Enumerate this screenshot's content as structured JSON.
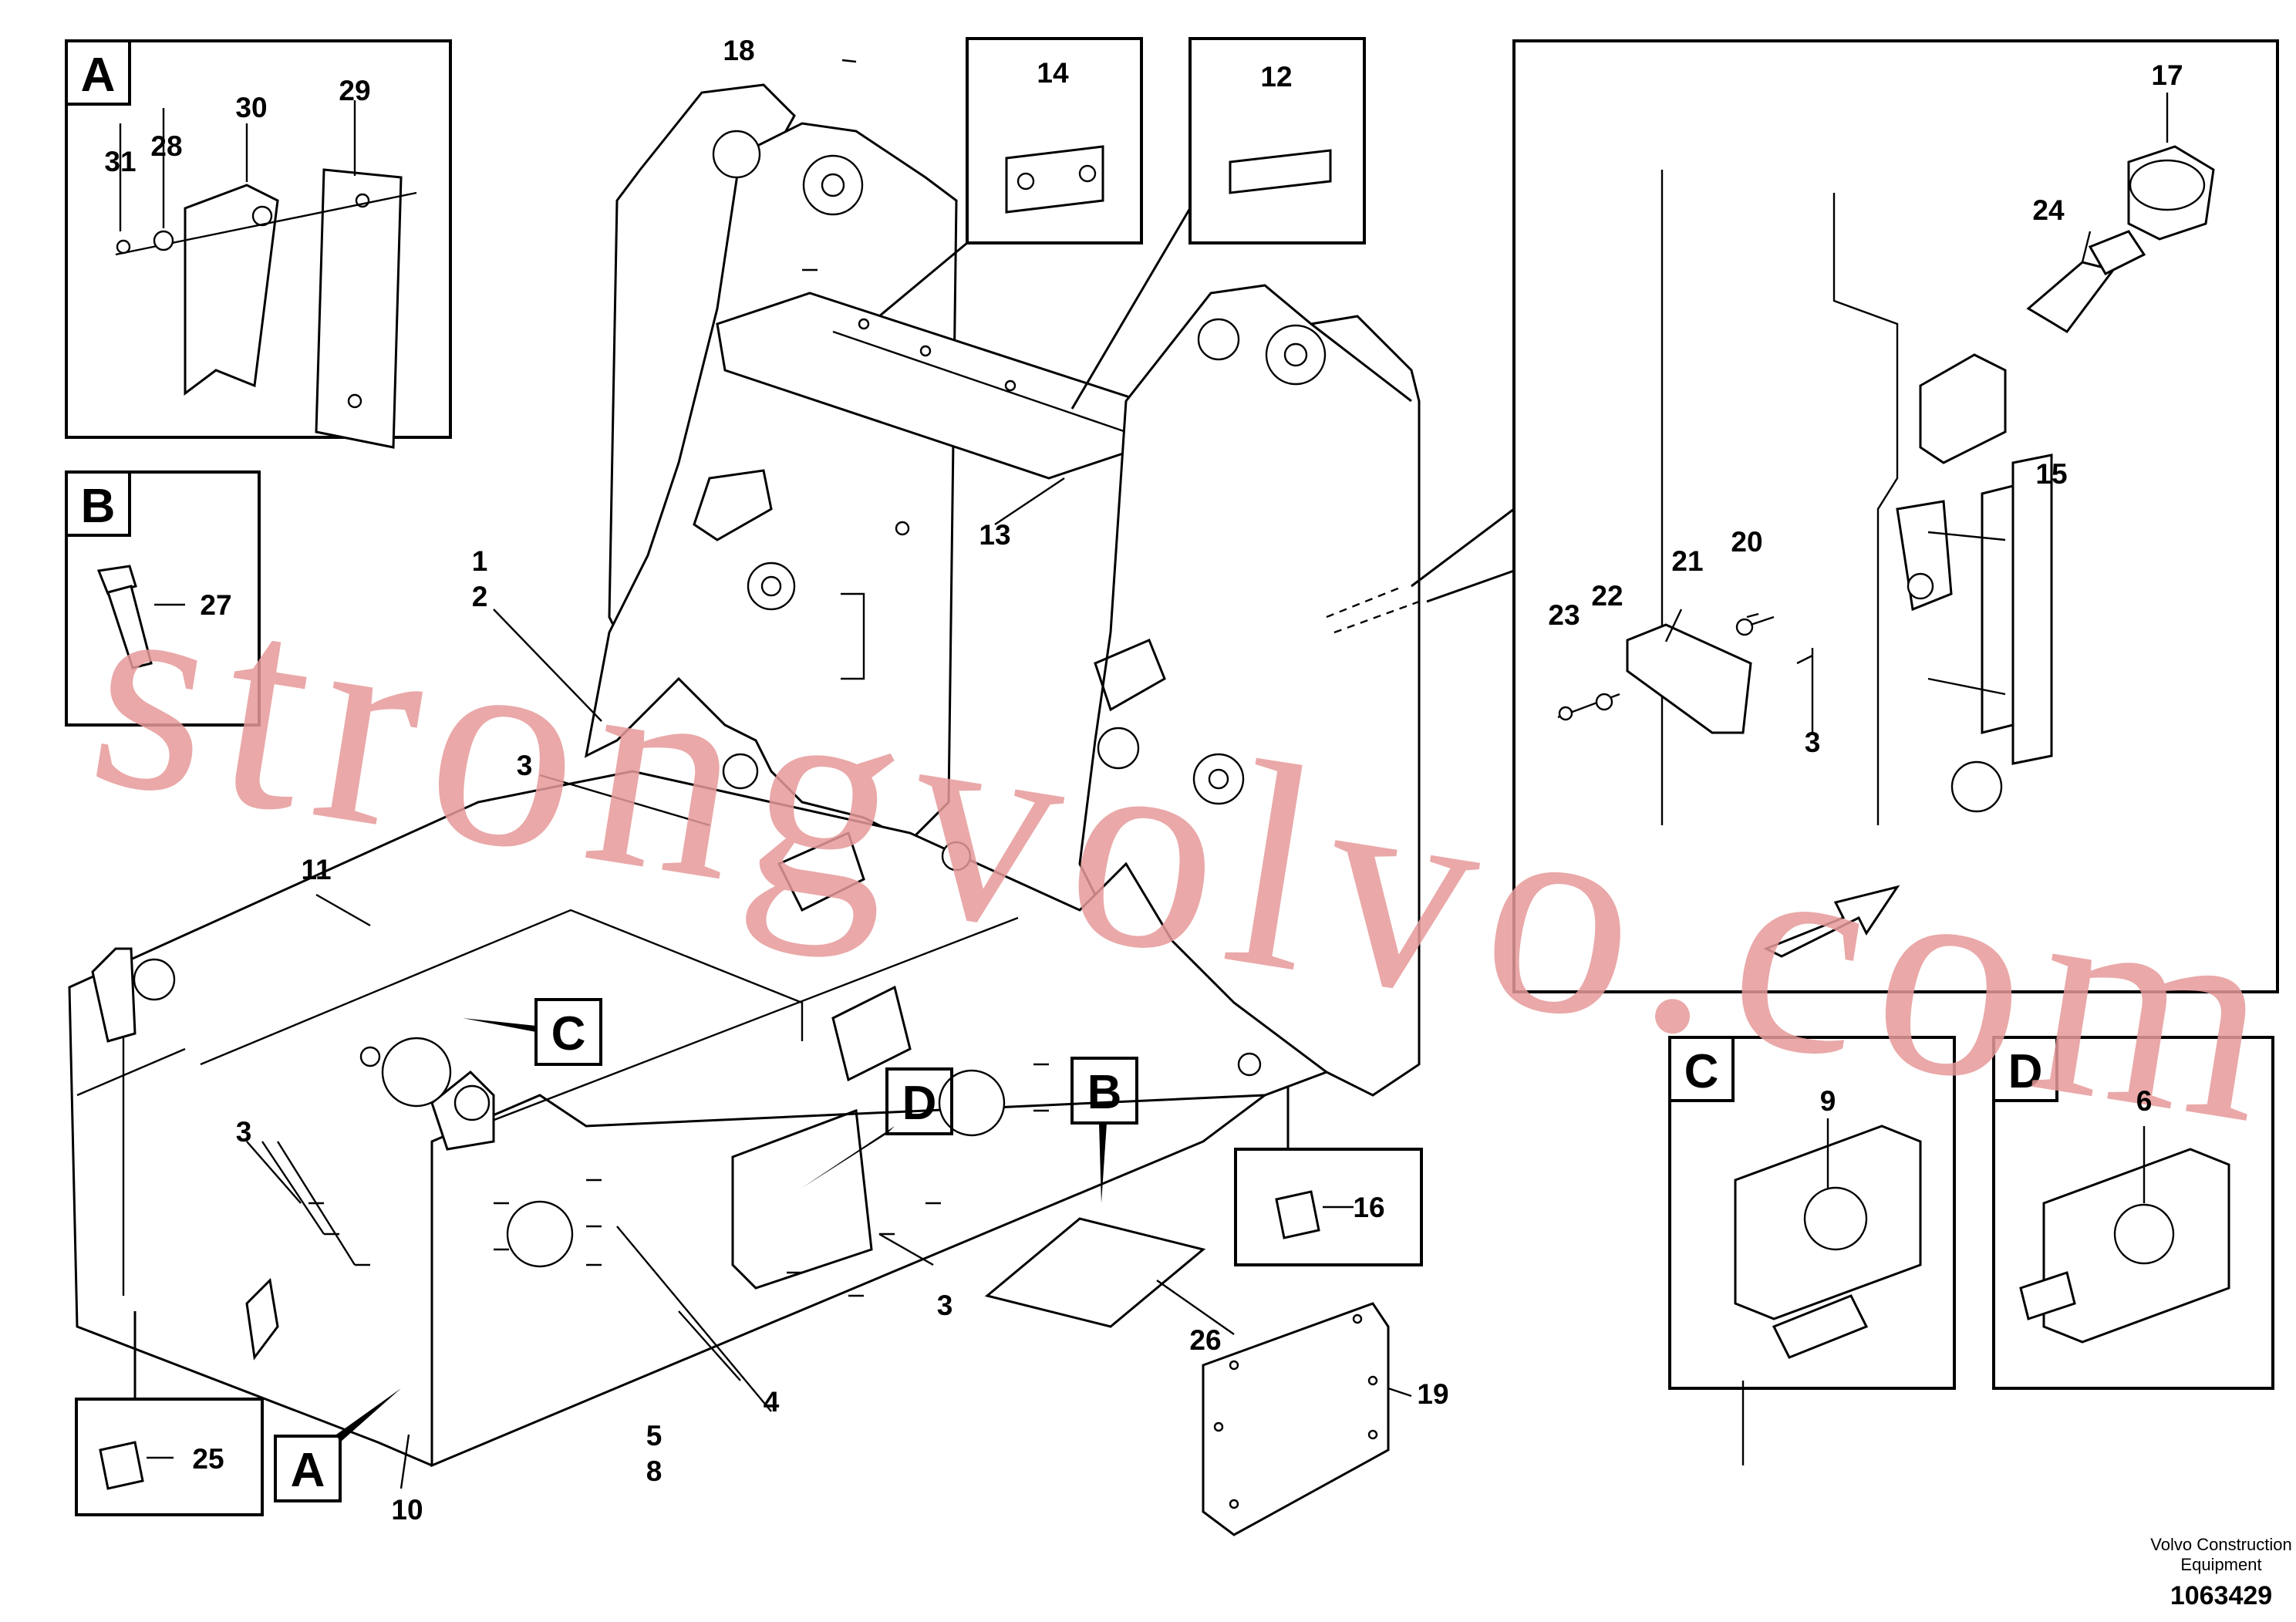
{
  "callouts": {
    "c1": "1",
    "c2": "2",
    "c3a": "3",
    "c3b": "3",
    "c3c": "3",
    "c3d": "3",
    "c4": "4",
    "c5": "5",
    "c6": "6",
    "c8": "8",
    "c9": "9",
    "c10": "10",
    "c11": "11",
    "c12": "12",
    "c13": "13",
    "c14": "14",
    "c15": "15",
    "c16": "16",
    "c17": "17",
    "c18": "18",
    "c19": "19",
    "c20": "20",
    "c21": "21",
    "c22": "22",
    "c23": "23",
    "c24": "24",
    "c25": "25",
    "c26": "26",
    "c27": "27",
    "c28": "28",
    "c29": "29",
    "c30": "30",
    "c31": "31"
  },
  "box_letters": {
    "a_inset": "A",
    "b_inset": "B",
    "c_inset": "C",
    "d_inset": "D",
    "a_ref": "A",
    "b_ref": "B",
    "c_ref": "C",
    "d_ref": "D"
  },
  "watermark": "strongvolvo.com",
  "footer": {
    "company_line1": "Volvo Construction",
    "company_line2": "Equipment",
    "document_number": "1063429"
  }
}
